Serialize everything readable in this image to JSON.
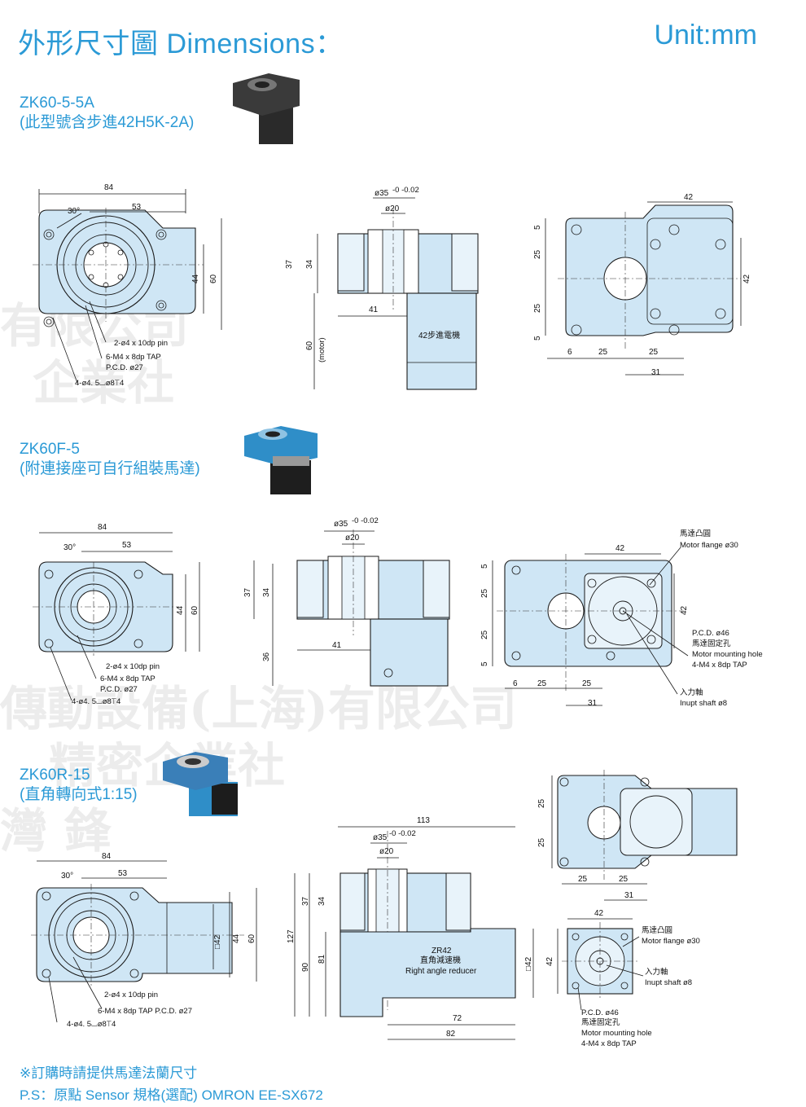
{
  "header": {
    "title": "外形尺寸圖 Dimensions：",
    "unit": "Unit:mm"
  },
  "models": [
    {
      "name": "ZK60-5-5A",
      "note": "(此型號含步進42H5K-2A)"
    },
    {
      "name": "ZK60F-5",
      "note": "(附連接座可自行組裝馬達)"
    },
    {
      "name": "ZK60R-15",
      "note": "(直角轉向式1:15)"
    }
  ],
  "watermark": {
    "line1": "有限公司",
    "line2": "企業社",
    "line3": "傳動設備(上海)有限公司",
    "line4": "精密企業社",
    "line5": "灣 鋒"
  },
  "drawing1": {
    "d84": "84",
    "d53": "53",
    "d30": "30°",
    "d44": "44",
    "d60": "60",
    "pin": "2-ø4 x 10dp pin",
    "tap": "6-M4 x 8dp TAP",
    "pcd": "P.C.D. ø27",
    "holes": "4-ø4. 5⌴ø8⊤4",
    "d35": "ø35",
    "tol": "-0 -0.02",
    "d20": "ø20",
    "d37": "37",
    "d34": "34",
    "d41": "41",
    "dmotor": "60",
    "motor": "(motor)",
    "motor_label": "42步進電機",
    "d42": "42",
    "d5": "5",
    "d25": "25",
    "d6": "6",
    "d31": "31"
  },
  "drawing2": {
    "d84": "84",
    "d53": "53",
    "d30": "30°",
    "d44": "44",
    "d60": "60",
    "pin": "2-ø4 x 10dp pin",
    "tap": "6-M4 x 8dp TAP",
    "pcd": "P.C.D. ø27",
    "holes": "4-ø4. 5⌴ø8⊤4",
    "d35": "ø35",
    "tol": "-0 -0.02",
    "d20": "ø20",
    "d37": "37",
    "d34": "34",
    "d41": "41",
    "d36": "36",
    "d42": "42",
    "d5": "5",
    "d25": "25",
    "d6": "6",
    "d31": "31",
    "flange_cn": "馬達凸圓",
    "flange_en": "Motor flange ø30",
    "pcd46": "P.C.D. ø46",
    "mhole_cn": "馬達固定孔",
    "mhole_en": "Motor mounting hole",
    "mtap": "4-M4 x 8dp TAP",
    "shaft_cn": "入力軸",
    "shaft_en": "Inupt shaft ø8"
  },
  "drawing3": {
    "d84": "84",
    "d53": "53",
    "d30": "30°",
    "d42": "□42",
    "d44": "44",
    "d60": "60",
    "pin": "2-ø4 x 10dp pin",
    "tap": "6-M4 x 8dp TAP P.C.D. ø27",
    "holes": "4-ø4. 5⌴ø8⊤4",
    "d113": "113",
    "d35": "ø35",
    "tol": "-0 -0.02",
    "d20": "ø20",
    "d37": "37",
    "d34": "34",
    "d127": "127",
    "d90": "90",
    "d81": "81",
    "d72": "72",
    "d82": "82",
    "dsq42": "□42",
    "reducer1": "ZR42",
    "reducer2": "直角減速機",
    "reducer3": "Right angle reducer",
    "d25": "25",
    "d31": "31",
    "d42b": "42",
    "flange_cn": "馬達凸圓",
    "flange_en": "Motor flange ø30",
    "shaft_cn": "入力軸",
    "shaft_en": "Inupt shaft ø8",
    "pcd46": "P.C.D. ø46",
    "mhole_cn": "馬達固定孔",
    "mhole_en": "Motor mounting hole",
    "mtap": "4-M4 x 8dp TAP"
  },
  "footer": {
    "note1": "※訂購時請提供馬達法蘭尺寸",
    "note2": "P.S：原點 Sensor 規格(選配)  OMRON EE-SX672"
  },
  "colors": {
    "accent": "#2b9ad6",
    "part_fill": "#cfe6f5"
  }
}
